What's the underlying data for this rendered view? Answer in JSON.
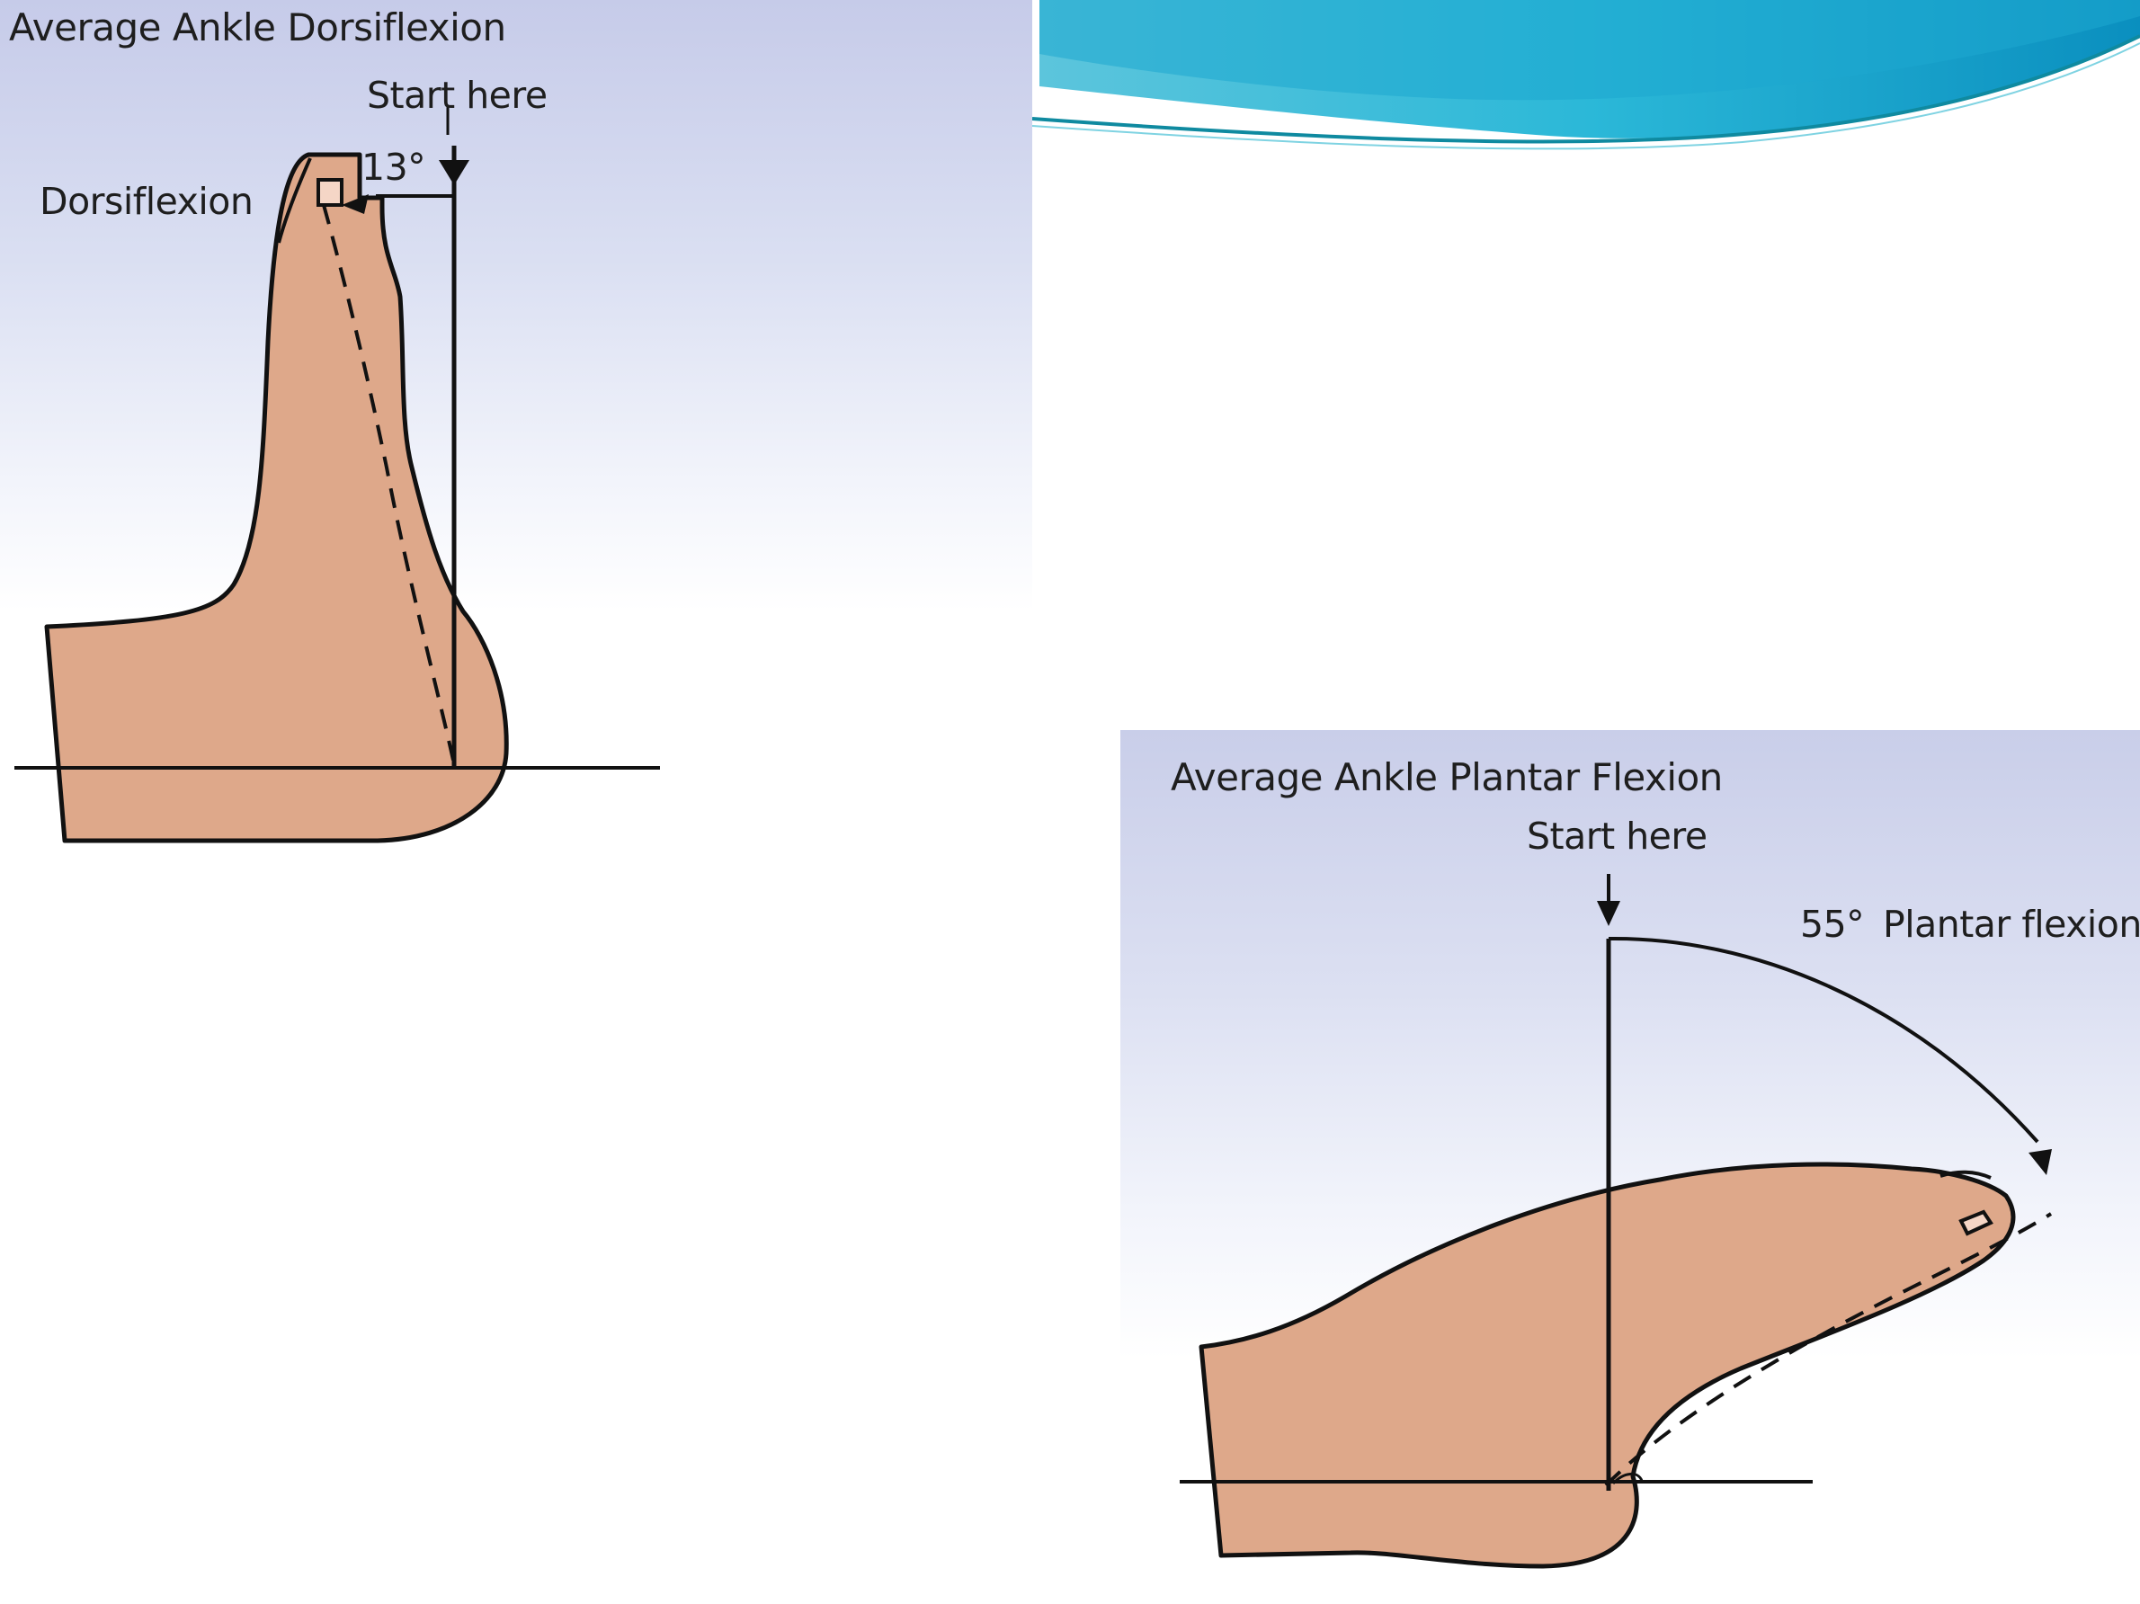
{
  "dorsiflexion_panel": {
    "title": "Average Ankle Dorsiflexion",
    "start_label": "Start here",
    "angle_label": "13°",
    "motion_label": "Dorsiflexion"
  },
  "plantar_panel": {
    "title": "Average Ankle Plantar Flexion",
    "start_label": "Start here",
    "angle_label": "55°",
    "motion_label": "Plantar flexion"
  },
  "colors": {
    "skin": "#dea88a",
    "outline": "#111111",
    "panel_gradient_top": "#c6cbe9",
    "wave_dark": "#0a8fbf",
    "wave_light": "#3ec6e0"
  }
}
